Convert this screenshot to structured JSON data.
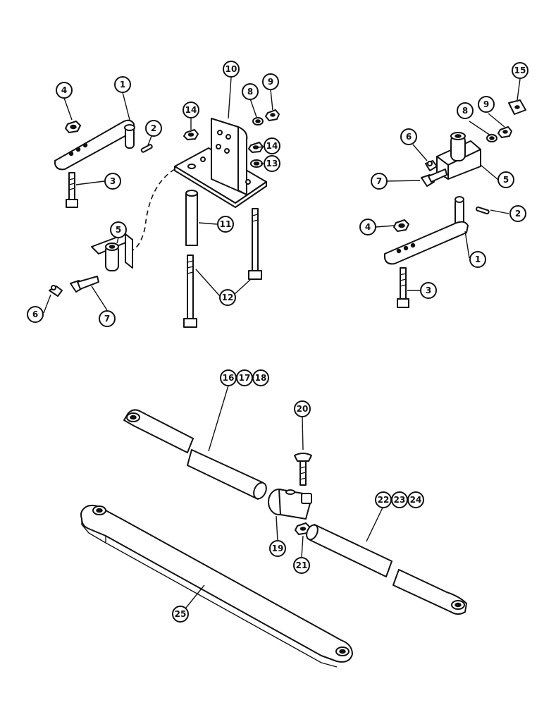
{
  "callouts": {
    "c1a": "1",
    "c2a": "2",
    "c3a": "3",
    "c4a": "4",
    "c5a": "5",
    "c6a": "6",
    "c7a": "7",
    "c8a": "8",
    "c9a": "9",
    "c10": "10",
    "c11": "11",
    "c12": "12",
    "c13": "13",
    "c14a": "14",
    "c14b": "14",
    "c15": "15",
    "c6b": "6",
    "c8b": "8",
    "c9b": "9",
    "c7b": "7",
    "c5b": "5",
    "c4b": "4",
    "c2b": "2",
    "c1b": "1",
    "c3b": "3",
    "c16": "16",
    "c17": "17",
    "c18": "18",
    "c20": "20",
    "c19": "19",
    "c21": "21",
    "c22": "22",
    "c23": "23",
    "c24": "24",
    "c25": "25"
  }
}
